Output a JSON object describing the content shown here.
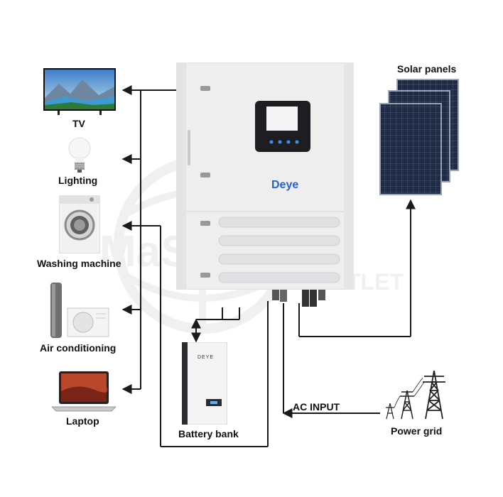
{
  "labels": {
    "tv": "TV",
    "lighting": "Lighting",
    "washing_machine": "Washing machine",
    "air_conditioning": "Air conditioning",
    "laptop": "Laptop",
    "solar_panels": "Solar panels",
    "battery_bank": "Battery bank",
    "power_grid": "Power grid",
    "ac_input": "AC INPUT"
  },
  "inverter": {
    "brand": "Deye"
  },
  "battery": {
    "brand": "DEYE"
  },
  "watermark": {
    "line1": "MaSOLAR",
    "line2": "OUTLET"
  },
  "colors": {
    "line": "#1a1a1a",
    "inverter_body": "#eeeeef",
    "panel_cell": "#1f2a44",
    "brand_blue": "#2a62c9"
  }
}
